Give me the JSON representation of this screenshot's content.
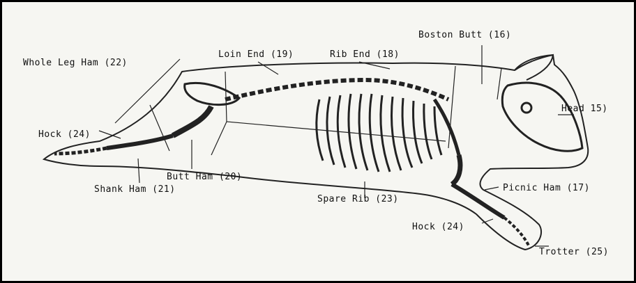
{
  "diagram": {
    "labels": {
      "whole_leg_ham": "Whole Leg Ham (22)",
      "loin_end": "Loin End (19)",
      "rib_end": "Rib End (18)",
      "boston_butt": "Boston Butt (16)",
      "head": "Head  15)",
      "hock_rear": "Hock (24)",
      "butt_ham": "Butt Ham (20)",
      "shank_ham": "Shank Ham (21)",
      "spare_rib": "Spare Rib (23)",
      "picnic_ham": "Picnic Ham (17)",
      "hock_front": "Hock (24)",
      "trotter": "Trotter (25)"
    }
  }
}
